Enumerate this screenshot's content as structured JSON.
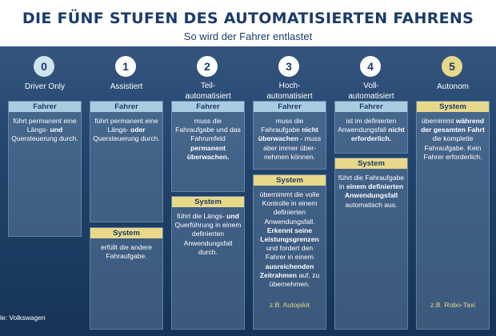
{
  "header": {
    "title": "DIE FÜNF STUFEN DES AUTOMATISIERTEN FAHRENS",
    "subtitle": "So wird der Fahrer entlastet"
  },
  "levels": [
    {
      "number": "0",
      "name": "Driver Only",
      "driver_header": "Fahrer",
      "driver_text": [
        "führt permanent eine Längs- ",
        {
          "b": "und"
        },
        " Quersteuerung durch."
      ]
    },
    {
      "number": "1",
      "name": "Assistiert",
      "driver_header": "Fahrer",
      "driver_text": [
        "führt permanent eine Längs- ",
        {
          "b": "oder"
        },
        " Quersteuerung durch."
      ],
      "system_header": "System",
      "system_text": [
        "erfüllt die andere Fahraufgabe."
      ]
    },
    {
      "number": "2",
      "name": "Teil-\nautomatisiert",
      "driver_header": "Fahrer",
      "driver_text": [
        "muss die Fahraufgabe und das Fahrumfeld ",
        {
          "b": "permanent überwachen."
        }
      ],
      "system_header": "System",
      "system_text": [
        "führt die Längs- ",
        {
          "b": "und"
        },
        " Querführung in einem definierten Anwendungsfall durch."
      ]
    },
    {
      "number": "3",
      "name": "Hoch-\nautomatisiert",
      "driver_header": "Fahrer",
      "driver_text": [
        "muss die Fahraufgabe ",
        {
          "b": "nicht überwachen -"
        },
        " muss aber immer über-nehmen können."
      ],
      "system_header": "System",
      "system_text": [
        "übernimmt die volle Kontrolle in einem definierten Anwendungsfall. ",
        {
          "b": "Erkennt seine Leistungsgrenzen"
        },
        " und fordert den Fahrer in einem ",
        {
          "b": "ausreichenden Zeitrahmen"
        },
        " auf, zu übernehmen."
      ],
      "example": "z.B. Autopilot"
    },
    {
      "number": "4",
      "name": "Voll-\nautomatisiert",
      "driver_header": "Fahrer",
      "driver_text": [
        "ist im definierten Anwendungsfall ",
        {
          "b": "nicht erforderlich."
        }
      ],
      "system_header": "System",
      "system_text": [
        "führt die Fahraufgabe in ",
        {
          "b": "einem definierten Anwendungsfall"
        },
        " automatisch aus."
      ]
    },
    {
      "number": "5",
      "name": "Autonom",
      "system_header": "System",
      "system_text": [
        "übernimmt ",
        {
          "b": "während der gesamten Fahrt"
        },
        " die komplette Fahraufgabe. Kein Fahrer erforderlich."
      ],
      "example": "z.B. Robo-Taxi"
    }
  ],
  "source": "le: Volkswagen",
  "colors": {
    "title": "#1c3b6b",
    "panel": "#22436b",
    "driver_header": "#a9cce0",
    "system_header": "#e8d98a"
  }
}
